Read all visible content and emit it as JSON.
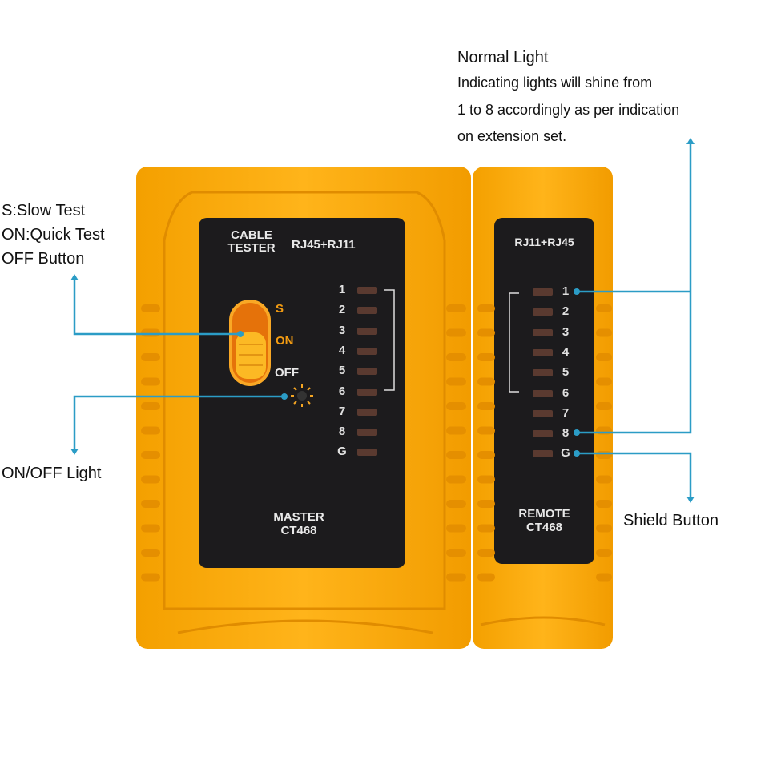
{
  "colors": {
    "body": "#f7a300",
    "body_dark": "#e08c00",
    "panel": "#1c1b1d",
    "callout_line": "#2b9cc6",
    "led_off": "#5a3a30"
  },
  "callouts": {
    "normal_light": {
      "title": "Normal Light",
      "lines": [
        "Indicating lights will shine from",
        "1 to 8 accordingly as per indication",
        "on extension set."
      ]
    },
    "switch": {
      "lines": [
        "S:Slow Test",
        "ON:Quick Test",
        "OFF Button"
      ]
    },
    "onoff_light": "ON/OFF Light",
    "shield": "Shield Button"
  },
  "master": {
    "title_lines": [
      "CABLE",
      "TESTER"
    ],
    "ports": "RJ45+RJ11",
    "switch_labels": {
      "s": "S",
      "on": "ON",
      "off": "OFF"
    },
    "switch_position": "ON",
    "led_labels": [
      "1",
      "2",
      "3",
      "4",
      "5",
      "6",
      "7",
      "8",
      "G"
    ],
    "name": "MASTER",
    "model": "CT468"
  },
  "remote": {
    "ports": "RJ11+RJ45",
    "led_labels": [
      "1",
      "2",
      "3",
      "4",
      "5",
      "6",
      "7",
      "8",
      "G"
    ],
    "name": "REMOTE",
    "model": "CT468"
  }
}
